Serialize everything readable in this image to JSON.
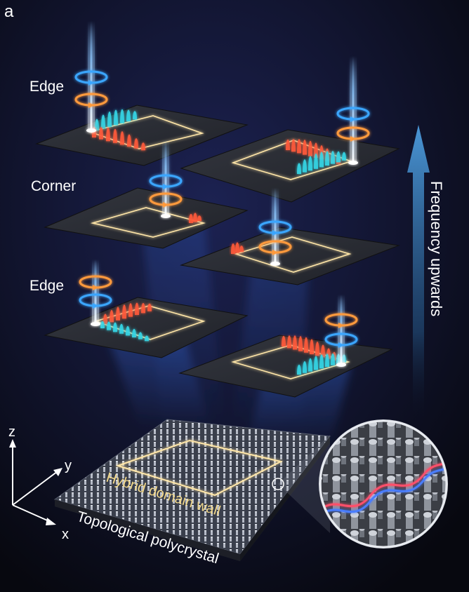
{
  "panel_letter": "a",
  "labels": {
    "edge_top": "Edge",
    "corner": "Corner",
    "edge_bottom": "Edge",
    "frequency": "Frequency upwards",
    "domain_wall": "Hybrid domain wall",
    "polycrystal": "Topological polycrystal"
  },
  "axes": {
    "z": "z",
    "y": "y",
    "x": "x"
  },
  "colors": {
    "background": "#0b0d1e",
    "plate": "#2b2e36",
    "beam": "#6fb6ff",
    "ring_blue": "#3aa6ff",
    "ring_orange": "#ff9a3c",
    "peak_red": "#ff5a3a",
    "peak_cyan": "#35d6e6",
    "wall_glow": "#ffe6a8",
    "arrow": "#3e86c7"
  }
}
